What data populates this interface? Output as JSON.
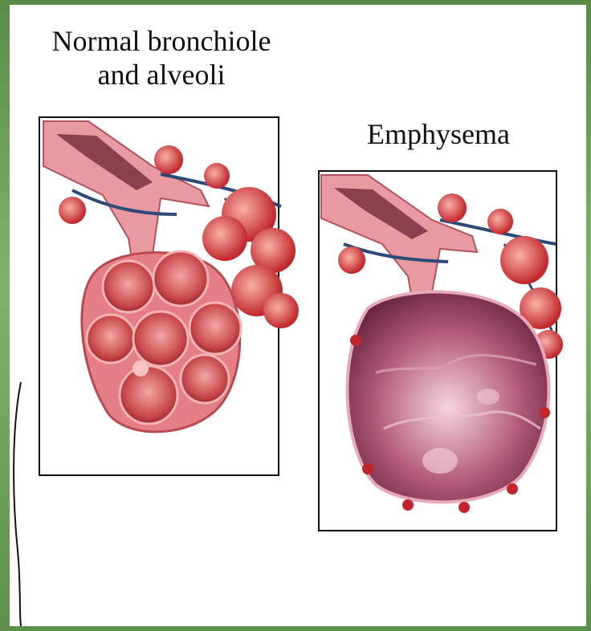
{
  "normal_panel": {
    "title_line1": "Normal bronchiole",
    "title_line2": "and alveoli"
  },
  "emphysema_panel": {
    "title": "Emphysema"
  },
  "colors": {
    "background_frame": "#6e9e5c",
    "tissue_pink": "#e88b8b",
    "alveolus_red": "#c93a3a",
    "emphysema_purple": "#7a2b4a",
    "vein_blue": "#2c4a7a"
  }
}
